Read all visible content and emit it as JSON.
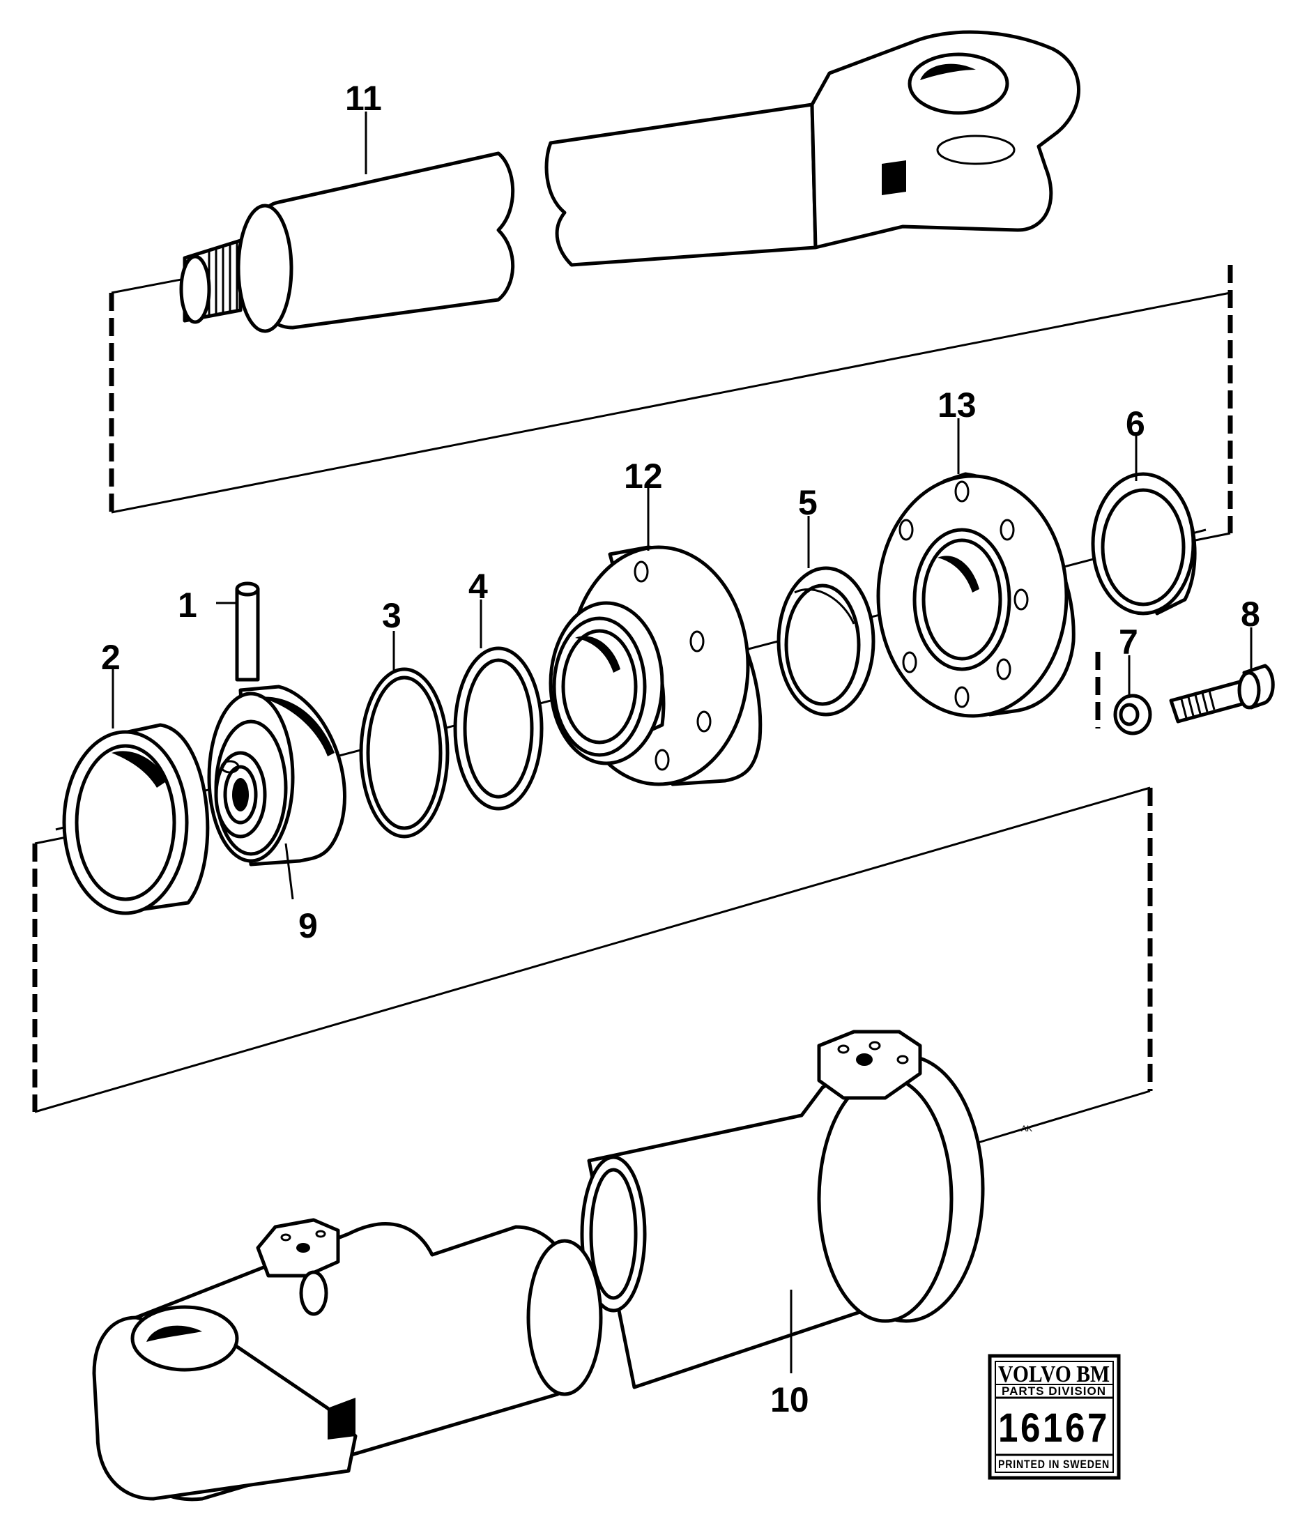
{
  "callouts": {
    "p1": "1",
    "p2": "2",
    "p3": "3",
    "p4": "4",
    "p5": "5",
    "p6": "6",
    "p7": "7",
    "p8": "8",
    "p9": "9",
    "p10": "10",
    "p11": "11",
    "p12": "12",
    "p13": "13"
  },
  "stamp": {
    "brand": "VOLVO BM",
    "division": "PARTS DIVISION",
    "number": "16167",
    "printed": "PRINTED IN SWEDEN"
  },
  "marker": "AK"
}
